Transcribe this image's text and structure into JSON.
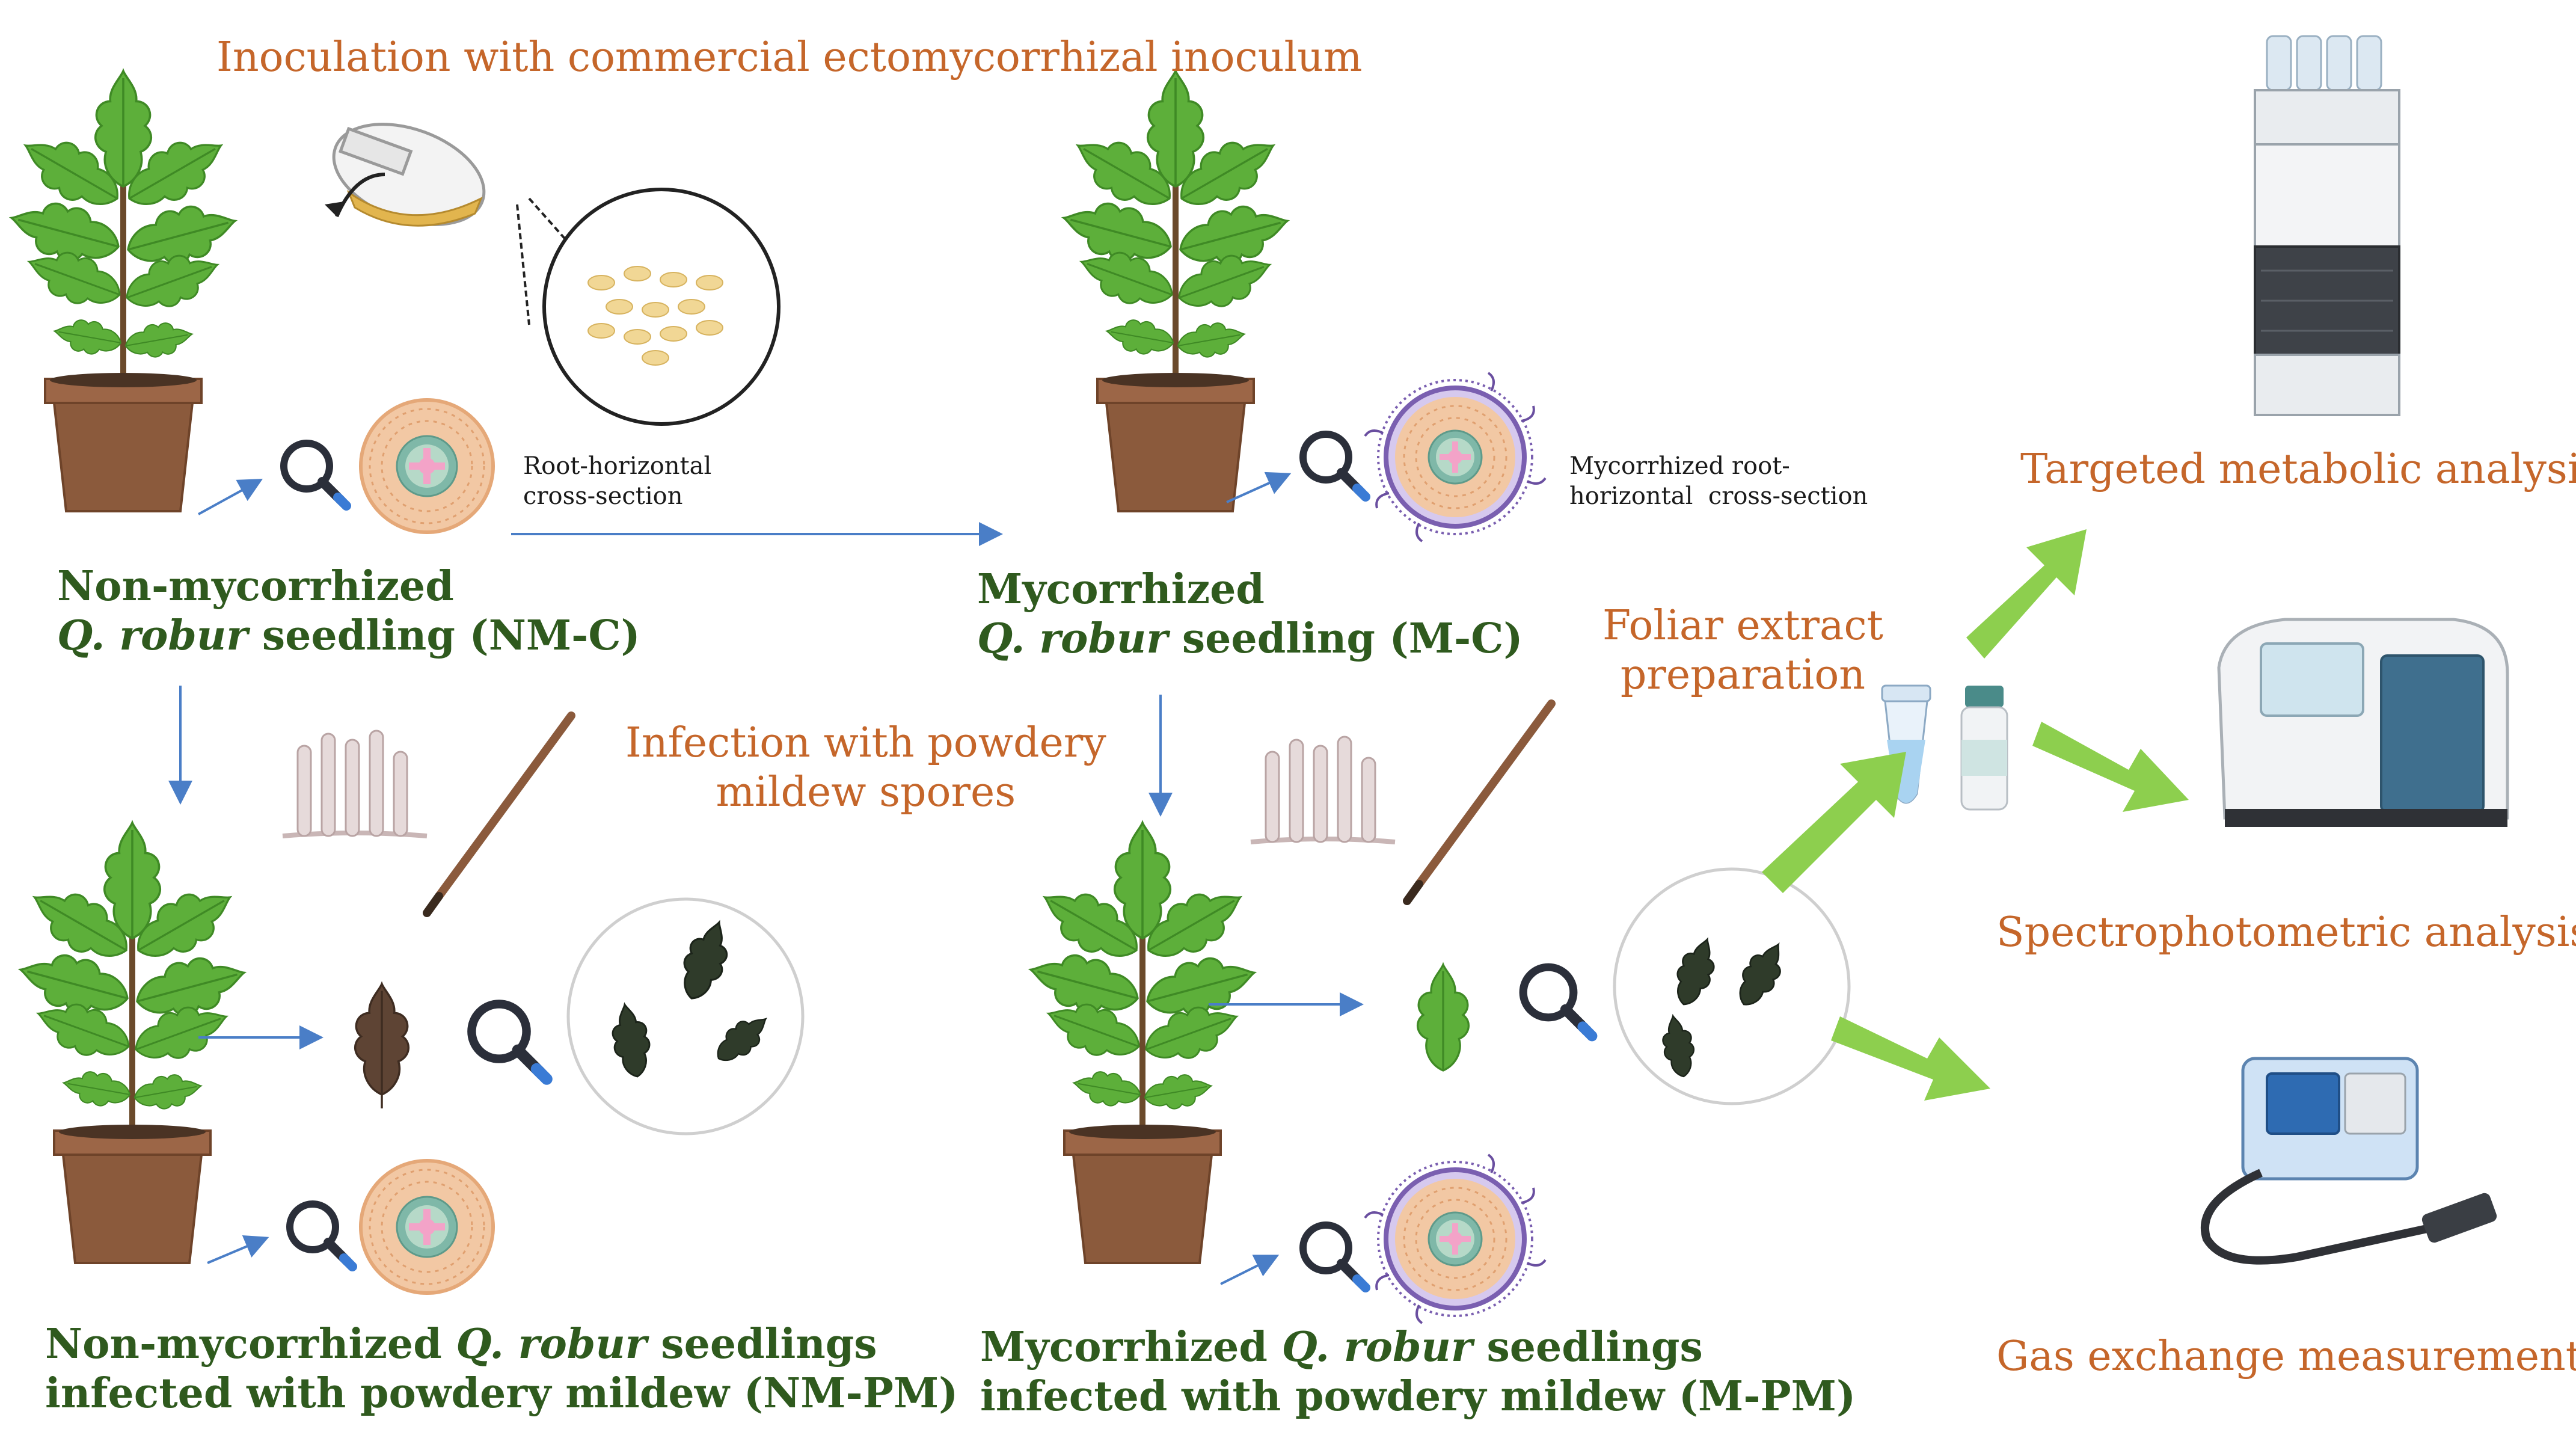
{
  "top_title": "Inoculation with commercial ectomycorrhizal inoculum",
  "root_label_1": "Root-horizontal\ncross-section",
  "root_label_2": "Mycorrhized root-\nhorizontal  cross-section",
  "nm_c": {
    "line1": "Non-mycorrhized",
    "line2_italic": "Q. robur",
    "line2_rest": " seedling (NM-C)"
  },
  "m_c": {
    "line1": "Mycorrhized",
    "line2_italic": "Q. robur",
    "line2_rest": " seedling (M-C)"
  },
  "infection_label": "Infection with powdery\nmildew spores",
  "foliar_label": "Foliar extract\npreparation",
  "nm_pm": {
    "line1_a": "Non-mycorrhized ",
    "line1_italic": "Q. robur",
    "line1_b": " seedlings",
    "line2": "infected with powdery mildew (NM-PM)"
  },
  "m_pm": {
    "line1_a": "Mycorrhized ",
    "line1_italic": "Q. robur",
    "line1_b": " seedlings",
    "line2": "infected with powdery mildew (M-PM)"
  },
  "analyses": {
    "targeted": "Targeted metabolic analysis",
    "spectro": "Spectrophotometric analysis",
    "gas": "Gas exchange measurements"
  },
  "colors": {
    "orange_text": "#C5662A",
    "green_text": "#2F5A1E",
    "leaf_green": "#5DAF3A",
    "arrow_blue": "#4A7EC7",
    "big_arrow_green": "#8DCF4E",
    "pot_brown": "#8B5A3C"
  },
  "icons": [
    "oak-seedling-icon",
    "flask-icon",
    "spores-icon",
    "magnifier-icon",
    "root-cross-section-icon",
    "mycorrhized-root-icon",
    "powdery-mildew-conidiophore-icon",
    "brush-icon",
    "oak-leaf-icon",
    "infected-leaves-icon",
    "tube-icon",
    "vial-icon",
    "hplc-instrument-icon",
    "spectrophotometer-icon",
    "gas-exchange-analyzer-icon"
  ]
}
